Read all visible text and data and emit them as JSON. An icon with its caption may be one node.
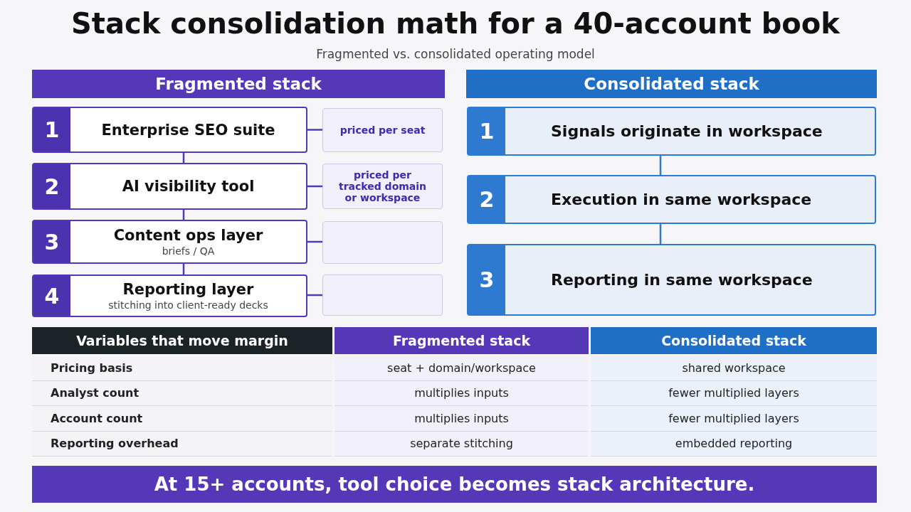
{
  "diagram": {
    "title": "Stack consolidation math for a 40-account book",
    "nodes": [
      {
        "text": [
          "Fragmented stack"
        ]
      },
      {
        "text": [
          "1",
          "Enterprise SEO suite"
        ]
      },
      {
        "text": [
          "2",
          "AI visibility tool"
        ]
      },
      {
        "text": [
          "3",
          "Content ops layer",
          "briefs / QA"
        ]
      },
      {
        "text": [
          "4",
          "Reporting layer",
          "stitching into client-ready decks"
        ]
      },
      {
        "text": [
          "priced per seat"
        ]
      },
      {
        "text": [
          "priced per tracked domain or workspace"
        ]
      },
      {
        "text": [],
        "shape": "box"
      },
      {
        "text": [],
        "shape": "box"
      },
      {
        "text": [
          "Consolidated stack"
        ]
      },
      {
        "text": [
          "1",
          "Signals originate in workspace"
        ]
      },
      {
        "text": [
          "2",
          "Execution in same workspace"
        ]
      },
      {
        "text": [
          "3",
          "Reporting in same workspace"
        ]
      },
      {
        "text": [
          "At 15+ accounts, tool choice becomes stack architecture."
        ]
      }
    ],
    "edges": [
      {
        "from": 1,
        "to": 2,
        "arrow": "none"
      },
      {
        "from": 2,
        "to": 3,
        "arrow": "none"
      },
      {
        "from": 3,
        "to": 4,
        "arrow": "none"
      },
      {
        "from": 1,
        "to": 5,
        "arrow": "none"
      },
      {
        "from": 2,
        "to": 6,
        "arrow": "none"
      },
      {
        "from": 3,
        "to": 7,
        "arrow": "none"
      },
      {
        "from": 4,
        "to": 8,
        "arrow": "none"
      },
      {
        "from": 10,
        "to": 11,
        "arrow": "none"
      },
      {
        "from": 11,
        "to": 12,
        "arrow": "none"
      }
    ],
    "labels": [
      "Fragmented vs. consolidated operating model",
      "Variables that move margin",
      "Fragmented stack",
      "Consolidated stack",
      "Pricing basis",
      "seat +  domain/workspace",
      "shared workspace",
      "Analyst count",
      "multiplies inputs",
      "fewer multiplied layers",
      "Account count",
      "multiplies inputs",
      "fewer multiplied layers",
      "Reporting overhead",
      "separate stitching",
      "embedded reporting"
    ]
  }
}
